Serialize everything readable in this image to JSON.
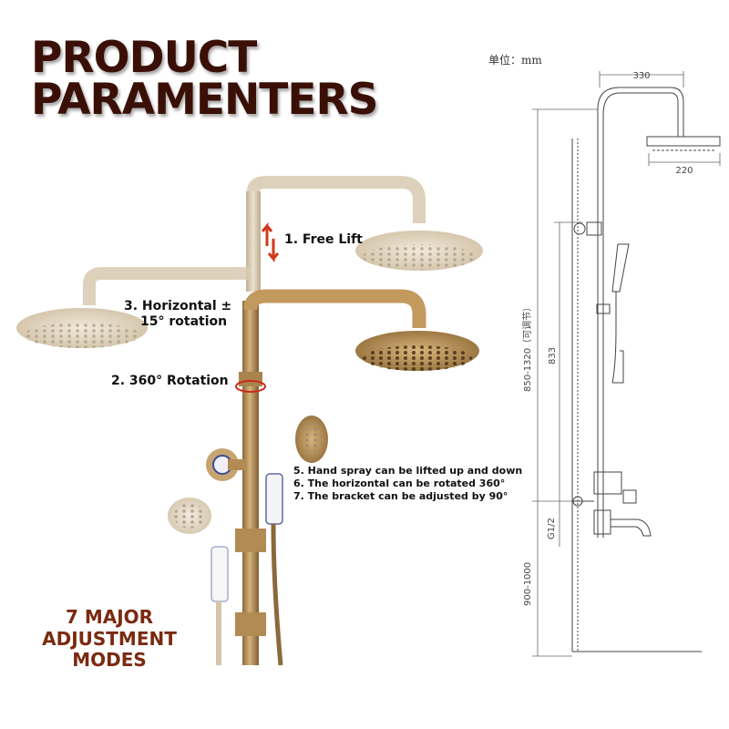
{
  "header": {
    "line1": "PRODUCT",
    "line2": "PARAMENTERS"
  },
  "adjustments": {
    "free_lift": "1. Free Lift",
    "rotation_360": "2. 360° Rotation",
    "horizontal_line1": "3. Horizontal ±",
    "horizontal_line2": "15° rotation",
    "hand_spray": "5. Hand spray can be lifted up and down",
    "horizontal_rotated": "6. The horizontal can be rotated 360°",
    "bracket": "7. The bracket can be adjusted by 90°"
  },
  "modes": {
    "line1": "7 MAJOR",
    "line2": "ADJUSTMENT",
    "line3": "MODES"
  },
  "drawing": {
    "unit": "单位：mm",
    "dim_top": "330",
    "dim_head": "220",
    "dim_total": "850-1320（可调节）",
    "dim_833": "833",
    "dim_g": "G1/2",
    "dim_bottom": "900-1000"
  },
  "colors": {
    "title": "#3a0f06",
    "brass": "#b99563",
    "brass_faded": "#d8c6a6",
    "modes": "#7a2a10"
  }
}
